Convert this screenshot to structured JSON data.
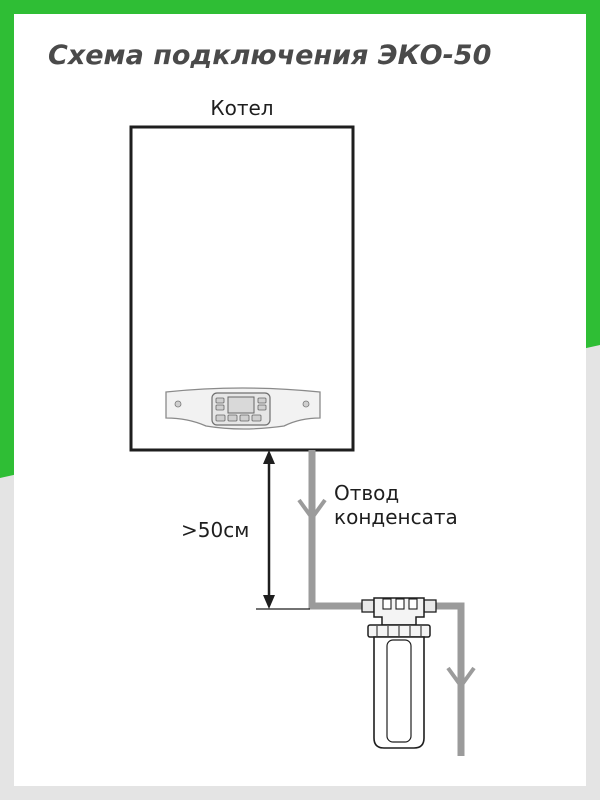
{
  "title": "Схема подключения ЭКО-50",
  "labels": {
    "boiler": "Котел",
    "distance": ">50см",
    "drain_line1": "Отвод",
    "drain_line2": "конденсата"
  },
  "colors": {
    "frame_green": "#2fbe35",
    "frame_grey": "#e4e4e4",
    "pipe": "#9b9b9b",
    "outline": "#1e1e1e",
    "title_text": "#4a4a4a"
  },
  "icons": {
    "boiler": "boiler-icon",
    "control_panel": "control-panel-icon",
    "filter": "filter-housing-icon",
    "flow_arrow": "arrow-down-icon",
    "dimension_arrow": "double-arrow-icon"
  }
}
